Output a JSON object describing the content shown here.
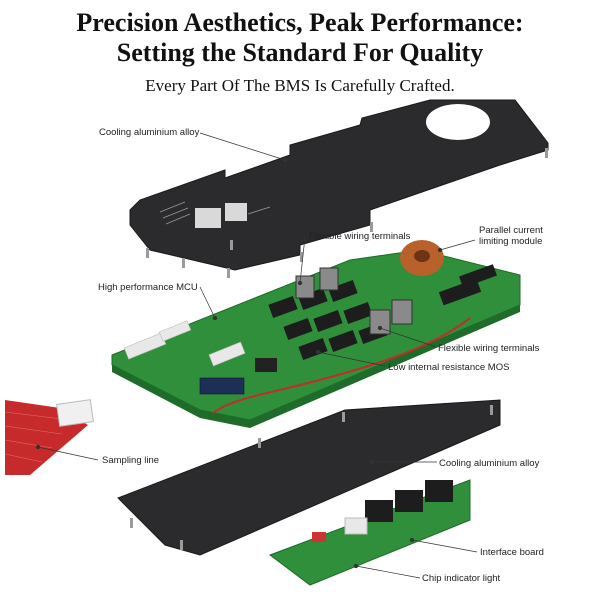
{
  "header": {
    "title_line1": "Precision Aesthetics, Peak Performance:",
    "title_line2": "Setting the Standard For Quality",
    "subtitle": "Every Part Of  The BMS Is Carefully Crafted."
  },
  "labels": {
    "cooling_top": "Cooling aluminium alloy",
    "flex_terminals_top": "Flexible wiring terminals",
    "parallel_line1": "Parallel current",
    "parallel_line2": "limiting module",
    "mcu": "High performance MCU",
    "flex_terminals_right": "Flexible wiring terminals",
    "mos": "Low internal resistance MOS",
    "sampling": "Sampling line",
    "cooling_bottom": "Cooling aluminium alloy",
    "interface": "Interface board",
    "chip_light": "Chip indicator light"
  },
  "colors": {
    "plate": "#2b2b2d",
    "pcb": "#2f8f3a",
    "pcb_dark": "#1f6b2a",
    "copper": "#b8612a",
    "cable": "#c62a2a"
  }
}
